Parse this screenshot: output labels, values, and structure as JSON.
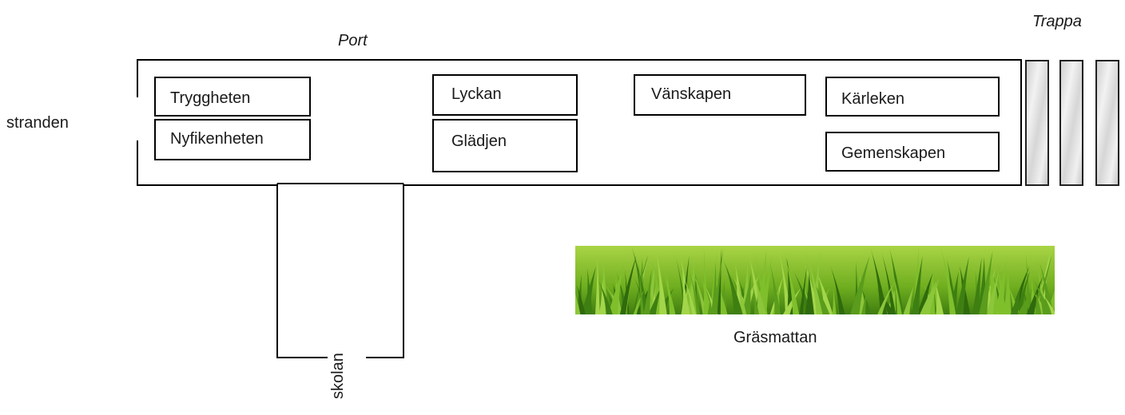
{
  "labels": {
    "port": "Port",
    "trappa": "Trappa",
    "stranden": "stranden",
    "gräsmattan": "Gräsmattan",
    "skolan": "skolan"
  },
  "rooms": [
    "Tryggheten",
    "Nyfikenheten",
    "Lyckan",
    "Glädjen",
    "Vänskapen",
    "Kärleken",
    "Gemenskapen"
  ],
  "colors": {
    "outline": "#000000",
    "grass_light": "#a9d445",
    "grass_dark": "#3f7d10",
    "stair": "#d6d6d6"
  },
  "icons": {
    "grass": "grass-image",
    "stairs": "stair-steps"
  }
}
